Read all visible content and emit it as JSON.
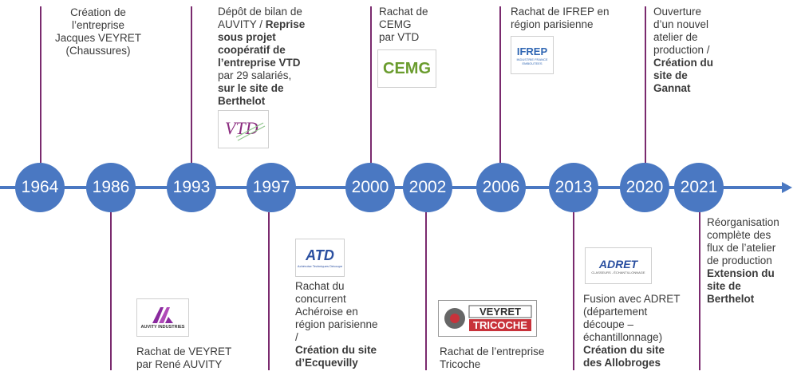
{
  "years": [
    "1964",
    "1986",
    "1993",
    "1997",
    "2000",
    "2002",
    "2006",
    "2013",
    "2020",
    "2021"
  ],
  "events": {
    "e1964": {
      "l1": "Création de",
      "l2": "l’entreprise",
      "l3": "Jacques VEYRET",
      "l4": "(Chaussures)"
    },
    "e1986": {
      "l1": "Rachat de VEYRET",
      "l2": "par René AUVITY"
    },
    "e1993": {
      "l1": "Dépôt de bilan de",
      "l2a": "AUVITY / ",
      "l2b": "Reprise",
      "l3": "sous projet",
      "l4": "coopératif de",
      "l5": "l’entreprise VTD",
      "l6": "par 29 salariés,",
      "l7": "sur le site de",
      "l8": "Berthelot"
    },
    "e1997": {
      "l1": "Rachat du",
      "l2": "concurrent",
      "l3": "Achéroise en",
      "l4": "région parisienne",
      "l5": "/",
      "l6": "Création du site",
      "l7": "d’Ecquevilly"
    },
    "e2000": {
      "l1": "Rachat de",
      "l2": "CEMG",
      "l3": "par VTD"
    },
    "e2002": {
      "l1": "Rachat de l’entreprise",
      "l2": "Tricoche"
    },
    "e2006": {
      "l1": "Rachat de IFREP en",
      "l2": "région parisienne"
    },
    "e2013": {
      "l1": "Fusion avec ADRET",
      "l2": "(département",
      "l3": "découpe –",
      "l4": "échantillonnage)",
      "l5": "Création du site",
      "l6": "des Allobroges"
    },
    "e2020": {
      "l1": "Ouverture",
      "l2": "d’un nouvel",
      "l3": "atelier de",
      "l4": "production /",
      "l5": "Création du",
      "l6": "site de",
      "l7": "Gannat"
    },
    "e2021": {
      "l1": "Réorganisation",
      "l2": "complète des",
      "l3": "flux de l’atelier",
      "l4": "de production",
      "l5": "Extension du",
      "l6": "site de",
      "l7": "Berthelot"
    }
  },
  "logos": {
    "auvity": "AUVITY INDUSTRIES",
    "vtd": "VTD",
    "atd_main": "ATD",
    "atd_sub": "Achéroise Techniques Découpe",
    "cemg": "CEMG",
    "veyret_top": "VEYRET",
    "veyret_bottom": "TRICOCHE",
    "ifrep": "IFREP",
    "ifrep_sub": "INDUSTRIE FRANCE EMBOUTEES",
    "adret": "ADRET",
    "adret_sub": "CLASSEURS - ÉCHANTILLONNAGE"
  },
  "colors": {
    "axis": "#4a78c2",
    "line": "#7a2a6e",
    "text": "#3a3a3a"
  }
}
